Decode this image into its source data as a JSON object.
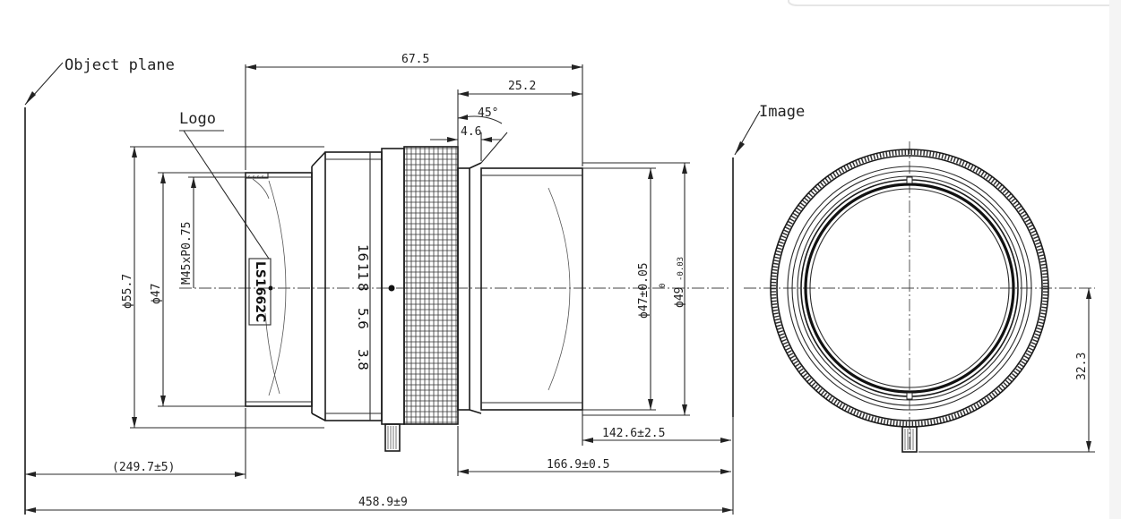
{
  "labels": {
    "object_plane": "Object plane",
    "logo": "Logo",
    "image": "Image",
    "logo_text": "LS1662C"
  },
  "dimensions": {
    "top_length": "67.5",
    "rear_length": "25.2",
    "angle": "45°",
    "flange": "4.6",
    "outer_dia": "ϕ55.7",
    "inner_dia": "ϕ47",
    "thread": "M45xP0.75",
    "rear_dia": "ϕ47±0.05",
    "rear_dia2_main": "ϕ49",
    "rear_dia2_tol_upper": "0",
    "rear_dia2_tol_lower": "-0.03",
    "back_focus": "142.6±2.5",
    "image_distance": "166.9±0.5",
    "object_distance": "(249.7±5)",
    "total_length": "458.9±9",
    "image_height": "32.3"
  },
  "aperture_scale": [
    "16",
    "11",
    "8",
    "5.6",
    "3.8"
  ]
}
